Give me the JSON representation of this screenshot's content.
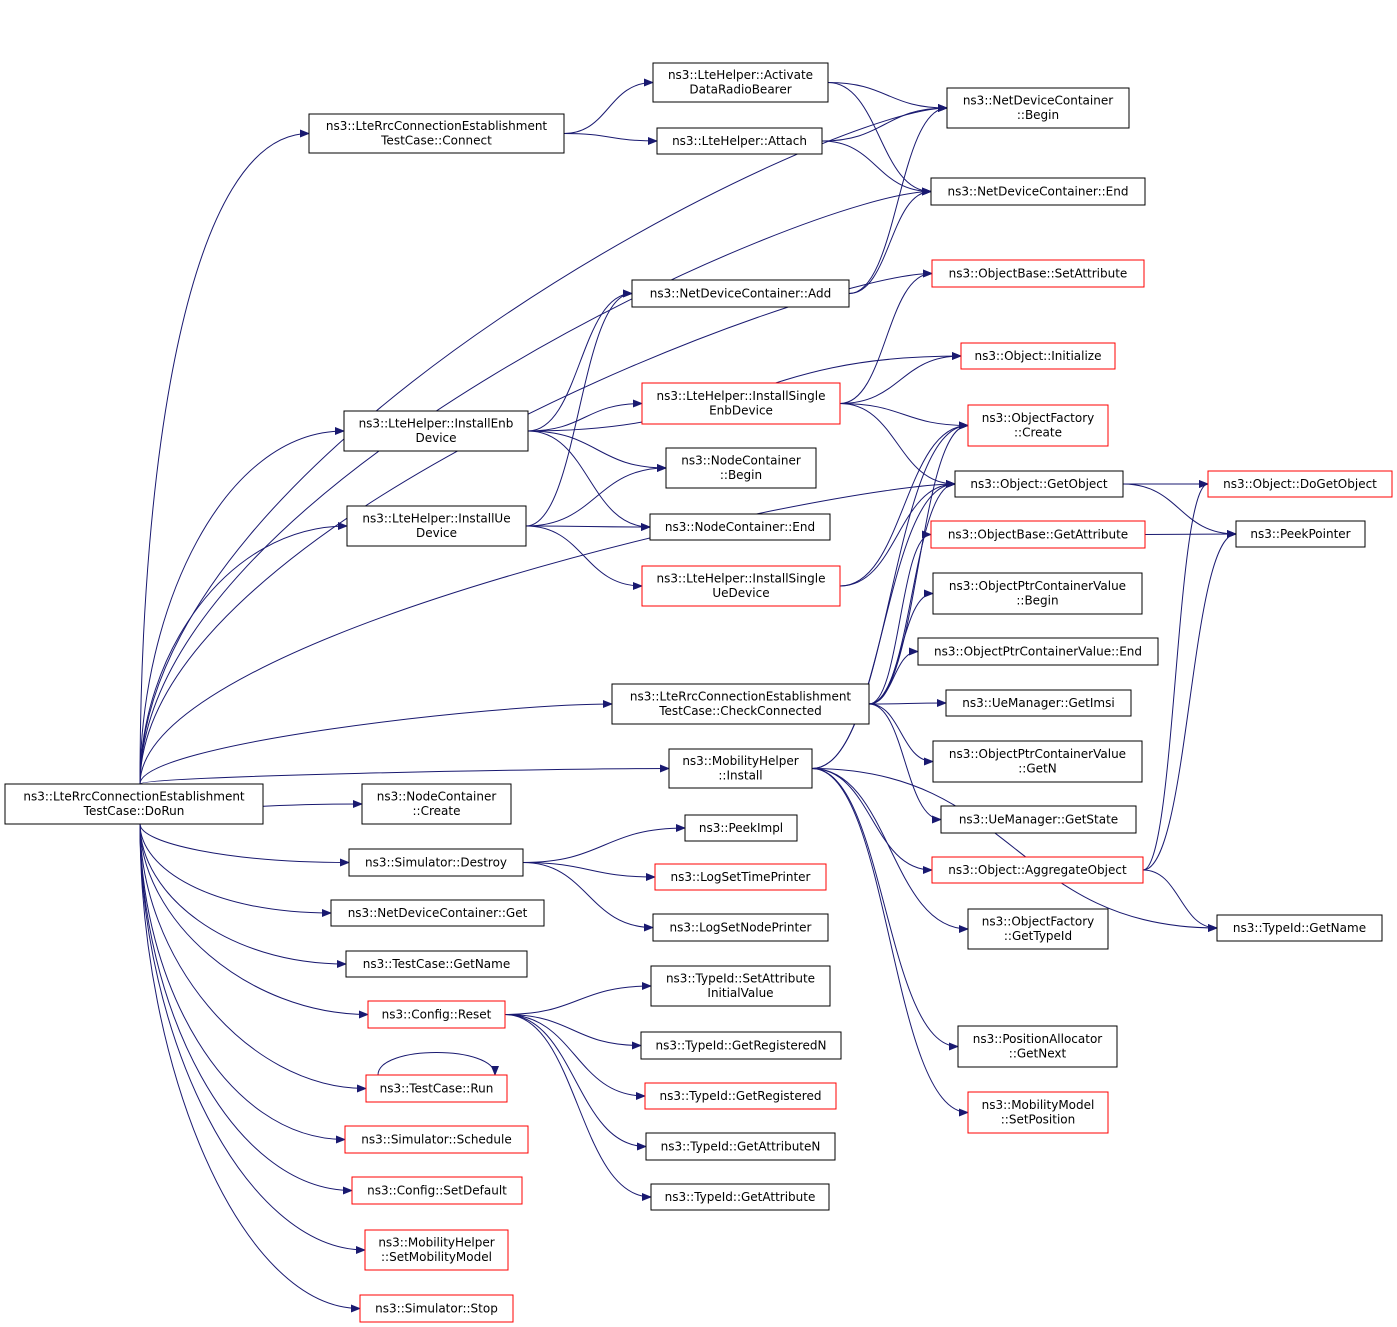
{
  "colors": {
    "edge": "#191970",
    "border_normal": "#000000",
    "border_truncated": "#ff0000",
    "root_fill": "#bfbfbf"
  },
  "nodes": [
    {
      "id": "dorun",
      "lines": [
        "ns3::LteRrcConnectionEstablishment",
        "TestCase::DoRun"
      ],
      "style": "root"
    },
    {
      "id": "connect",
      "lines": [
        "ns3::LteRrcConnectionEstablishment",
        "TestCase::Connect"
      ],
      "style": "normal"
    },
    {
      "id": "activate",
      "lines": [
        "ns3::LteHelper::Activate",
        "DataRadioBearer"
      ],
      "style": "normal"
    },
    {
      "id": "attach",
      "lines": [
        "ns3::LteHelper::Attach"
      ],
      "style": "normal"
    },
    {
      "id": "ndc_begin",
      "lines": [
        "ns3::NetDeviceContainer",
        "::Begin"
      ],
      "style": "normal"
    },
    {
      "id": "ndc_end",
      "lines": [
        "ns3::NetDeviceContainer::End"
      ],
      "style": "normal"
    },
    {
      "id": "ob_setattr",
      "lines": [
        "ns3::ObjectBase::SetAttribute"
      ],
      "style": "truncated"
    },
    {
      "id": "ndc_add",
      "lines": [
        "ns3::NetDeviceContainer::Add"
      ],
      "style": "normal"
    },
    {
      "id": "obj_init",
      "lines": [
        "ns3::Object::Initialize"
      ],
      "style": "truncated"
    },
    {
      "id": "inst_single_enb",
      "lines": [
        "ns3::LteHelper::InstallSingle",
        "EnbDevice"
      ],
      "style": "truncated"
    },
    {
      "id": "install_enb",
      "lines": [
        "ns3::LteHelper::InstallEnb",
        "Device"
      ],
      "style": "normal"
    },
    {
      "id": "of_create",
      "lines": [
        "ns3::ObjectFactory",
        "::Create"
      ],
      "style": "truncated"
    },
    {
      "id": "nc_begin",
      "lines": [
        "ns3::NodeContainer",
        "::Begin"
      ],
      "style": "normal"
    },
    {
      "id": "obj_getobj",
      "lines": [
        "ns3::Object::GetObject"
      ],
      "style": "normal"
    },
    {
      "id": "obj_dogetobj",
      "lines": [
        "ns3::Object::DoGetObject"
      ],
      "style": "truncated"
    },
    {
      "id": "install_ue",
      "lines": [
        "ns3::LteHelper::InstallUe",
        "Device"
      ],
      "style": "normal"
    },
    {
      "id": "nc_end",
      "lines": [
        "ns3::NodeContainer::End"
      ],
      "style": "normal"
    },
    {
      "id": "ob_getattr",
      "lines": [
        "ns3::ObjectBase::GetAttribute"
      ],
      "style": "truncated"
    },
    {
      "id": "peekpointer",
      "lines": [
        "ns3::PeekPointer"
      ],
      "style": "normal"
    },
    {
      "id": "inst_single_ue",
      "lines": [
        "ns3::LteHelper::InstallSingle",
        "UeDevice"
      ],
      "style": "truncated"
    },
    {
      "id": "opcv_begin",
      "lines": [
        "ns3::ObjectPtrContainerValue",
        "::Begin"
      ],
      "style": "normal"
    },
    {
      "id": "opcv_end",
      "lines": [
        "ns3::ObjectPtrContainerValue::End"
      ],
      "style": "normal"
    },
    {
      "id": "checkconn",
      "lines": [
        "ns3::LteRrcConnectionEstablishment",
        "TestCase::CheckConnected"
      ],
      "style": "normal"
    },
    {
      "id": "ue_getimsi",
      "lines": [
        "ns3::UeManager::GetImsi"
      ],
      "style": "normal"
    },
    {
      "id": "mh_install",
      "lines": [
        "ns3::MobilityHelper",
        "::Install"
      ],
      "style": "normal"
    },
    {
      "id": "opcv_getn",
      "lines": [
        "ns3::ObjectPtrContainerValue",
        "::GetN"
      ],
      "style": "normal"
    },
    {
      "id": "nc_create",
      "lines": [
        "ns3::NodeContainer",
        "::Create"
      ],
      "style": "normal"
    },
    {
      "id": "ue_getstate",
      "lines": [
        "ns3::UeManager::GetState"
      ],
      "style": "normal"
    },
    {
      "id": "peekimpl",
      "lines": [
        "ns3::PeekImpl"
      ],
      "style": "normal"
    },
    {
      "id": "sim_destroy",
      "lines": [
        "ns3::Simulator::Destroy"
      ],
      "style": "normal"
    },
    {
      "id": "obj_aggregate",
      "lines": [
        "ns3::Object::AggregateObject"
      ],
      "style": "truncated"
    },
    {
      "id": "logsettime",
      "lines": [
        "ns3::LogSetTimePrinter"
      ],
      "style": "truncated"
    },
    {
      "id": "ndc_get",
      "lines": [
        "ns3::NetDeviceContainer::Get"
      ],
      "style": "normal"
    },
    {
      "id": "of_gettypeid",
      "lines": [
        "ns3::ObjectFactory",
        "::GetTypeId"
      ],
      "style": "normal"
    },
    {
      "id": "logsetnode",
      "lines": [
        "ns3::LogSetNodePrinter"
      ],
      "style": "normal"
    },
    {
      "id": "tid_getname",
      "lines": [
        "ns3::TypeId::GetName"
      ],
      "style": "normal"
    },
    {
      "id": "tc_getname",
      "lines": [
        "ns3::TestCase::GetName"
      ],
      "style": "normal"
    },
    {
      "id": "tid_setattrinit",
      "lines": [
        "ns3::TypeId::SetAttribute",
        "InitialValue"
      ],
      "style": "normal"
    },
    {
      "id": "cfg_reset",
      "lines": [
        "ns3::Config::Reset"
      ],
      "style": "truncated"
    },
    {
      "id": "tid_getregn",
      "lines": [
        "ns3::TypeId::GetRegisteredN"
      ],
      "style": "normal"
    },
    {
      "id": "pa_getnext",
      "lines": [
        "ns3::PositionAllocator",
        "::GetNext"
      ],
      "style": "normal"
    },
    {
      "id": "tc_run",
      "lines": [
        "ns3::TestCase::Run"
      ],
      "style": "truncated"
    },
    {
      "id": "tid_getreg",
      "lines": [
        "ns3::TypeId::GetRegistered"
      ],
      "style": "truncated"
    },
    {
      "id": "mm_setpos",
      "lines": [
        "ns3::MobilityModel",
        "::SetPosition"
      ],
      "style": "truncated"
    },
    {
      "id": "sim_schedule",
      "lines": [
        "ns3::Simulator::Schedule"
      ],
      "style": "truncated"
    },
    {
      "id": "tid_getattrn",
      "lines": [
        "ns3::TypeId::GetAttributeN"
      ],
      "style": "normal"
    },
    {
      "id": "cfg_setdefault",
      "lines": [
        "ns3::Config::SetDefault"
      ],
      "style": "truncated"
    },
    {
      "id": "tid_getattr",
      "lines": [
        "ns3::TypeId::GetAttribute"
      ],
      "style": "normal"
    },
    {
      "id": "mh_setmob",
      "lines": [
        "ns3::MobilityHelper",
        "::SetMobilityModel"
      ],
      "style": "truncated"
    },
    {
      "id": "sim_stop",
      "lines": [
        "ns3::Simulator::Stop"
      ],
      "style": "truncated"
    }
  ],
  "edges": [
    [
      "dorun",
      "connect"
    ],
    [
      "dorun",
      "ndc_begin"
    ],
    [
      "dorun",
      "ndc_end"
    ],
    [
      "dorun",
      "ob_setattr"
    ],
    [
      "dorun",
      "install_enb"
    ],
    [
      "dorun",
      "install_ue"
    ],
    [
      "dorun",
      "obj_getobj"
    ],
    [
      "dorun",
      "checkconn"
    ],
    [
      "dorun",
      "mh_install"
    ],
    [
      "dorun",
      "nc_create"
    ],
    [
      "dorun",
      "sim_destroy"
    ],
    [
      "dorun",
      "ndc_get"
    ],
    [
      "dorun",
      "tc_getname"
    ],
    [
      "dorun",
      "cfg_reset"
    ],
    [
      "dorun",
      "tc_run"
    ],
    [
      "dorun",
      "sim_schedule"
    ],
    [
      "dorun",
      "cfg_setdefault"
    ],
    [
      "dorun",
      "mh_setmob"
    ],
    [
      "dorun",
      "sim_stop"
    ],
    [
      "connect",
      "activate"
    ],
    [
      "connect",
      "attach"
    ],
    [
      "activate",
      "ndc_begin"
    ],
    [
      "activate",
      "ndc_end"
    ],
    [
      "attach",
      "ndc_begin"
    ],
    [
      "attach",
      "ndc_end"
    ],
    [
      "ndc_add",
      "ndc_begin"
    ],
    [
      "ndc_add",
      "ndc_end"
    ],
    [
      "install_enb",
      "ndc_add"
    ],
    [
      "install_enb",
      "obj_init"
    ],
    [
      "install_enb",
      "inst_single_enb"
    ],
    [
      "install_enb",
      "nc_begin"
    ],
    [
      "install_enb",
      "nc_end"
    ],
    [
      "inst_single_enb",
      "ob_setattr"
    ],
    [
      "inst_single_enb",
      "obj_init"
    ],
    [
      "inst_single_enb",
      "of_create"
    ],
    [
      "inst_single_enb",
      "obj_getobj"
    ],
    [
      "install_ue",
      "ndc_add"
    ],
    [
      "install_ue",
      "nc_begin"
    ],
    [
      "install_ue",
      "nc_end"
    ],
    [
      "install_ue",
      "inst_single_ue"
    ],
    [
      "inst_single_ue",
      "of_create"
    ],
    [
      "inst_single_ue",
      "obj_getobj"
    ],
    [
      "obj_getobj",
      "obj_dogetobj"
    ],
    [
      "obj_getobj",
      "peekpointer"
    ],
    [
      "ob_getattr",
      "peekpointer"
    ],
    [
      "checkconn",
      "of_create"
    ],
    [
      "checkconn",
      "obj_getobj"
    ],
    [
      "checkconn",
      "ob_getattr"
    ],
    [
      "checkconn",
      "opcv_begin"
    ],
    [
      "checkconn",
      "opcv_end"
    ],
    [
      "checkconn",
      "ue_getimsi"
    ],
    [
      "checkconn",
      "opcv_getn"
    ],
    [
      "checkconn",
      "ue_getstate"
    ],
    [
      "mh_install",
      "of_create"
    ],
    [
      "mh_install",
      "obj_getobj"
    ],
    [
      "mh_install",
      "obj_aggregate"
    ],
    [
      "mh_install",
      "of_gettypeid"
    ],
    [
      "mh_install",
      "tid_getname"
    ],
    [
      "mh_install",
      "pa_getnext"
    ],
    [
      "mh_install",
      "mm_setpos"
    ],
    [
      "obj_aggregate",
      "obj_dogetobj"
    ],
    [
      "obj_aggregate",
      "peekpointer"
    ],
    [
      "obj_aggregate",
      "tid_getname"
    ],
    [
      "sim_destroy",
      "peekimpl"
    ],
    [
      "sim_destroy",
      "logsettime"
    ],
    [
      "sim_destroy",
      "logsetnode"
    ],
    [
      "cfg_reset",
      "tid_setattrinit"
    ],
    [
      "cfg_reset",
      "tid_getregn"
    ],
    [
      "cfg_reset",
      "tid_getreg"
    ],
    [
      "cfg_reset",
      "tid_getattrn"
    ],
    [
      "cfg_reset",
      "tid_getattr"
    ],
    [
      "tc_run",
      "tc_run"
    ]
  ]
}
